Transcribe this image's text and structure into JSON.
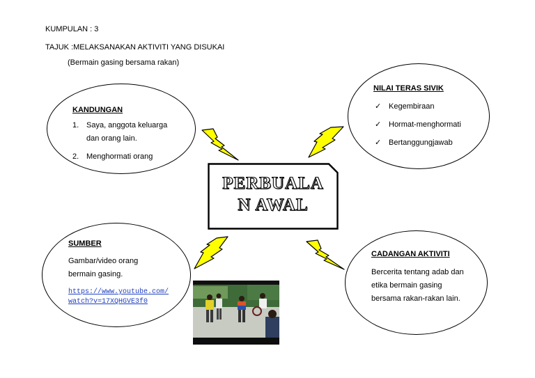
{
  "header": {
    "kumpulan": "KUMPULAN : 3",
    "tajuk": "TAJUK :MELAKSANAKAN AKTIVITI YANG DISUKAI",
    "subtitle": "(Bermain gasing bersama rakan)"
  },
  "center": {
    "line1": "PERBUALA",
    "line2": "N AWAL"
  },
  "kandungan": {
    "heading": "KANDUNGAN",
    "items": [
      {
        "num": "1.",
        "text": "Saya, anggota keluarga dan orang lain."
      },
      {
        "num": "2.",
        "text": "Menghormati orang"
      }
    ]
  },
  "nilai": {
    "heading": "NILAI TERAS SIVIK",
    "check_glyph": "✓",
    "items": [
      "Kegembiraan",
      "Hormat-menghormati",
      "Bertanggungjawab"
    ]
  },
  "sumber": {
    "heading": "SUMBER",
    "text": "Gambar/video orang bermain gasing.",
    "link_line1": "https://www.youtube.com/",
    "link_line2": "watch?v=17XQHGVE3f0"
  },
  "cadangan": {
    "heading": "CADANGAN AKTIVITI",
    "text": "Bercerita tentang adab dan etika bermain gasing bersama rakan-rakan lain."
  },
  "colors": {
    "bolt_fill": "#ffff00",
    "bolt_stroke": "#000000",
    "link": "#1f3fbf"
  }
}
